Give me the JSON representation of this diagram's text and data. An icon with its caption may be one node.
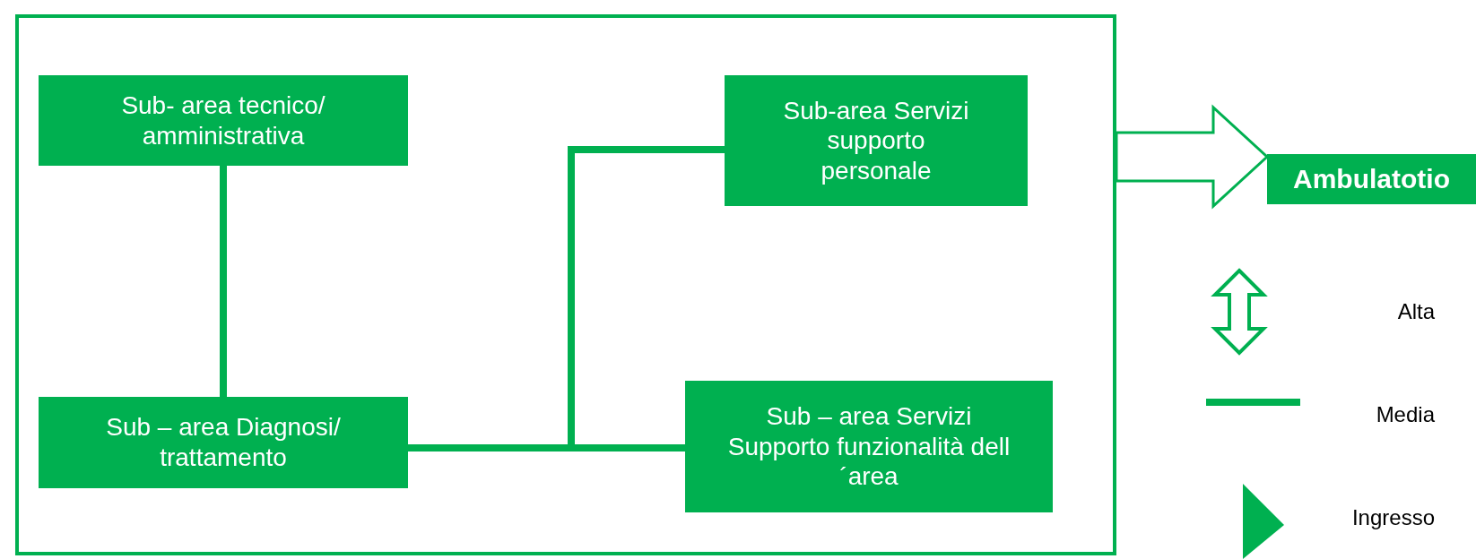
{
  "diagram": {
    "nodes": [
      {
        "text": [],
        "shape": "box"
      },
      {
        "text": [
          "Sub- area tecnico/ amministrativa"
        ],
        "in": 0
      },
      {
        "text": [
          "Sub-area Servizi supporto personale"
        ],
        "in": 0
      },
      {
        "text": [
          "Sub – area Diagnosi/ trattamento"
        ],
        "in": 0
      },
      {
        "text": [
          "Sub – area Servizi Supporto funzionalità dell´area"
        ],
        "in": 0
      },
      {
        "text": [
          "Ambulatotio"
        ]
      }
    ],
    "edges": [
      {
        "from": 1,
        "to": 3,
        "arrow": "none"
      },
      {
        "from": 3,
        "to": 4,
        "arrow": "none"
      },
      {
        "from": 3,
        "to": 2,
        "arrow": "none"
      },
      {
        "from": 0,
        "to": 5,
        "arrow": "to",
        "style": "thick"
      }
    ],
    "legend": [
      {
        "text": "Alta"
      },
      {
        "text": "Media"
      },
      {
        "text": "Ingresso"
      }
    ]
  }
}
